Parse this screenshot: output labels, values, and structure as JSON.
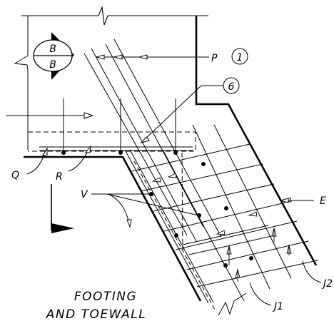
{
  "title": {
    "line1": "FOOTING",
    "line2": "AND TOEWALL"
  },
  "section_marker": {
    "top": "B",
    "bottom": "B"
  },
  "labels": {
    "P": "P",
    "circle_1": "1",
    "circle_6": "6",
    "Q": "Q",
    "R": "R",
    "V": "V",
    "E": "E",
    "J1": "J1",
    "J2": "J2"
  }
}
